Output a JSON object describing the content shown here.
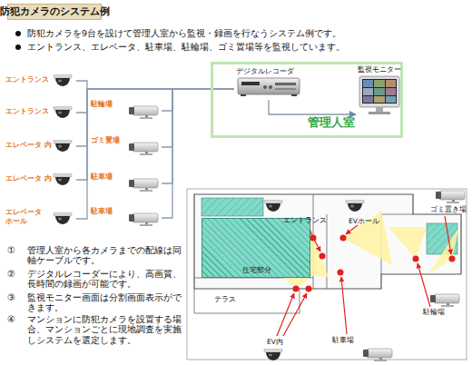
{
  "diagram": {
    "title": "防犯カメラのシステム例",
    "nodes": [
      {
        "text": [
          "エントランス"
        ]
      },
      {
        "text": [
          "エントランス"
        ]
      },
      {
        "text": [
          "エレベータ 内"
        ]
      },
      {
        "text": [
          "エレベータ 内"
        ]
      },
      {
        "text": [
          "エレベータ ホール"
        ]
      },
      {
        "text": [
          "駐輪場"
        ]
      },
      {
        "text": [
          "ゴミ置場"
        ]
      },
      {
        "text": [
          "駐車場"
        ]
      },
      {
        "text": [
          "駐車場"
        ]
      },
      {
        "text": [
          "管理人室"
        ]
      },
      {
        "text": [
          "デジタルレコーダ"
        ],
        "in": 9
      },
      {
        "text": [
          "監視モニター"
        ],
        "in": 9
      },
      {
        "text": [
          "住宅部分"
        ]
      }
    ],
    "edges": [
      {
        "from": 0,
        "to": 10,
        "arrow": "none"
      },
      {
        "from": 1,
        "to": 10,
        "arrow": "none"
      },
      {
        "from": 2,
        "to": 10,
        "arrow": "none"
      },
      {
        "from": 3,
        "to": 10,
        "arrow": "none"
      },
      {
        "from": 4,
        "to": 10,
        "arrow": "none"
      },
      {
        "from": 5,
        "to": 10,
        "arrow": "none"
      },
      {
        "from": 6,
        "to": 10,
        "arrow": "none"
      },
      {
        "from": 7,
        "to": 10,
        "arrow": "none"
      },
      {
        "from": 8,
        "to": 10,
        "arrow": "none"
      },
      {
        "from": 10,
        "to": 11,
        "arrow": "to"
      }
    ],
    "labels": [
      "防犯カメラを9台を設けて管理人室から監視・録画を行なうシステム例です。",
      "エントランス、エレベータ、駐車場、駐輪場、ゴミ置場等を監視しています。",
      "①",
      "管理人室から各カメラまでの配線は同軸ケーブルです。",
      "②",
      "デジタルレコーダーにより、高画質、長時間の録画が可能です。",
      "③",
      "監視モニター画面は分割画面表示ができます。",
      "④",
      "マンションに防犯カメラを設置する場合、マンションごとに現地調査を実施しシステムを選定します。",
      "エントランス",
      "EVホール",
      "ゴミ置き場",
      "テラス",
      "駐輪場",
      "EV内",
      "駐車場"
    ]
  }
}
